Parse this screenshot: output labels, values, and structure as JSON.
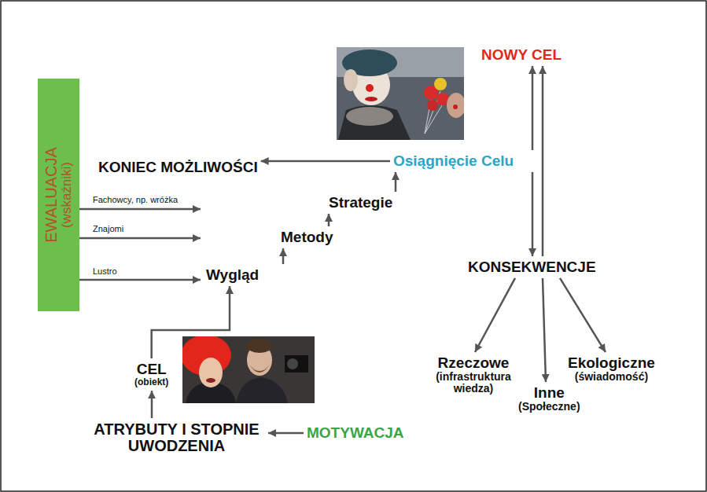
{
  "diagram": {
    "nodes": [
      {
        "text": [
          "NOWY CEL"
        ]
      },
      {
        "text": [
          "KONIEC MOŻLIWOŚCI"
        ]
      },
      {
        "text": [
          "Osiągnięcie Celu"
        ]
      },
      {
        "text": [
          "EWALUACJA",
          "(wskaźniki)"
        ]
      },
      {
        "text": [
          "Strategie"
        ]
      },
      {
        "text": [
          "Metody"
        ]
      },
      {
        "text": [
          "Wygląd"
        ]
      },
      {
        "text": [
          "KONSEKWENCJE"
        ]
      },
      {
        "text": [
          "CEL",
          "(obiekt)"
        ]
      },
      {
        "text": [
          "Rzeczowe",
          "(infrastruktura wiedza)"
        ]
      },
      {
        "text": [
          "Ekologiczne",
          "(świadomość)"
        ]
      },
      {
        "text": [
          "Inne",
          "(Społeczne)"
        ]
      },
      {
        "text": [
          "ATRYBUTY I STOPNIE UWODZENIA"
        ]
      },
      {
        "text": [
          "MOTYWACJA"
        ]
      }
    ],
    "edges": [
      {
        "from": 2,
        "to": 1,
        "arrow": "to"
      },
      {
        "from": 4,
        "to": 2,
        "arrow": "to"
      },
      {
        "from": 5,
        "to": 4,
        "arrow": "to"
      },
      {
        "from": 6,
        "to": 5,
        "arrow": "to"
      },
      {
        "from": 8,
        "to": 6,
        "arrow": "to"
      },
      {
        "from": 12,
        "to": 8,
        "arrow": "to"
      },
      {
        "from": 13,
        "to": 12,
        "arrow": "to"
      },
      {
        "from": 2,
        "to": 0,
        "arrow": "to"
      },
      {
        "from": 2,
        "to": 7,
        "arrow": "to"
      },
      {
        "from": 7,
        "to": 0,
        "arrow": "to"
      },
      {
        "from": 7,
        "to": 9,
        "arrow": "to"
      },
      {
        "from": 7,
        "to": 11,
        "arrow": "to"
      },
      {
        "from": 7,
        "to": 10,
        "arrow": "to"
      }
    ],
    "labels": [
      "Fachowcy, np. wróżka",
      "Znajomi",
      "Lustro"
    ]
  }
}
